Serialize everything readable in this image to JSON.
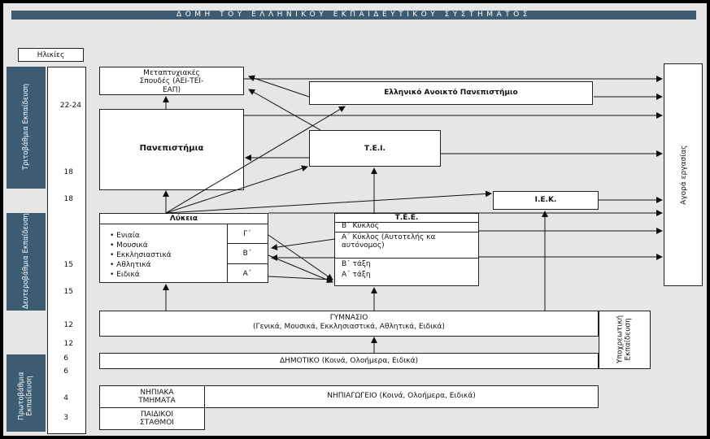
{
  "title": "ΔΟΜΗ ΤΟΥ ΕΛΛΗΝΙΚΟΥ ΕΚΠΑΙΔΕΥΤΙΚΟΥ ΣΥΣΤΗΜΑΤΟΣ",
  "ages_header": "Ηλικίες",
  "levels": {
    "tertiary": "Τριτοβάθμια Εκπαίδευση",
    "secondary": "Δευτεροβάθμια Εκπαίδευση",
    "primary": "Πρωτοβάθμια Εκπαίδευση",
    "compulsory": "Υποχρεωτική Εκπαίδευση"
  },
  "ages": [
    "22-24",
    "18",
    "18",
    "15",
    "15",
    "12",
    "12",
    "6",
    "6",
    "4",
    "3"
  ],
  "boxes": {
    "postgrad": "Μεταπτυχιακές Σπουδές (ΑΕΙ-ΤΕΙ-ΕΑΠ)",
    "open_university": "Ελληνικό Ανοικτό Πανεπιστήμιο",
    "universities": "Πανεπιστήμια",
    "tei": "Τ.Ε.Ι.",
    "iek": "Ι.Ε.Κ.",
    "lyceum": "Λύκεια",
    "lyceum_types": [
      "Ενιαία",
      "Μουσικά",
      "Εκκλησιαστικά",
      "Αθλητικά",
      "Ειδικά"
    ],
    "lyceum_grades": [
      "Γ΄",
      "Β΄",
      "Α΄"
    ],
    "tee": "Τ.Ε.Ε.",
    "tee_rows": [
      "Β΄ Κύκλος",
      "Α΄ Κύκλος (Αυτοτελής κα αυτόνομος)",
      "Β΄ τάξη",
      "Α΄ τάξη"
    ],
    "gymnasium_title": "ΓΥΜΝΑΣΙΟ",
    "gymnasium_sub": "(Γενικά, Μουσικά, Εκκλησιαστικά, Αθλητικά, Ειδικά)",
    "primary_school": "ΔΗΜΟΤΙΚΟ (Κοινά, Ολοήμερα, Ειδικά)",
    "infant_classes": "ΝΗΠΙΑΚΑ ΤΜΗΜΑΤΑ",
    "nursery": "ΠΑΙΔΙΚΟΙ ΣΤΑΘΜΟΙ",
    "kindergarten": "ΝΗΠΙΑΓΩΓΕΙΟ (Κοινά, Ολοήμερα, Ειδικά)",
    "labour_market": "Αγορά εργασίας"
  },
  "colors": {
    "banner": "#3e5c71",
    "background": "#e6e6e6",
    "frame": "#000000"
  }
}
